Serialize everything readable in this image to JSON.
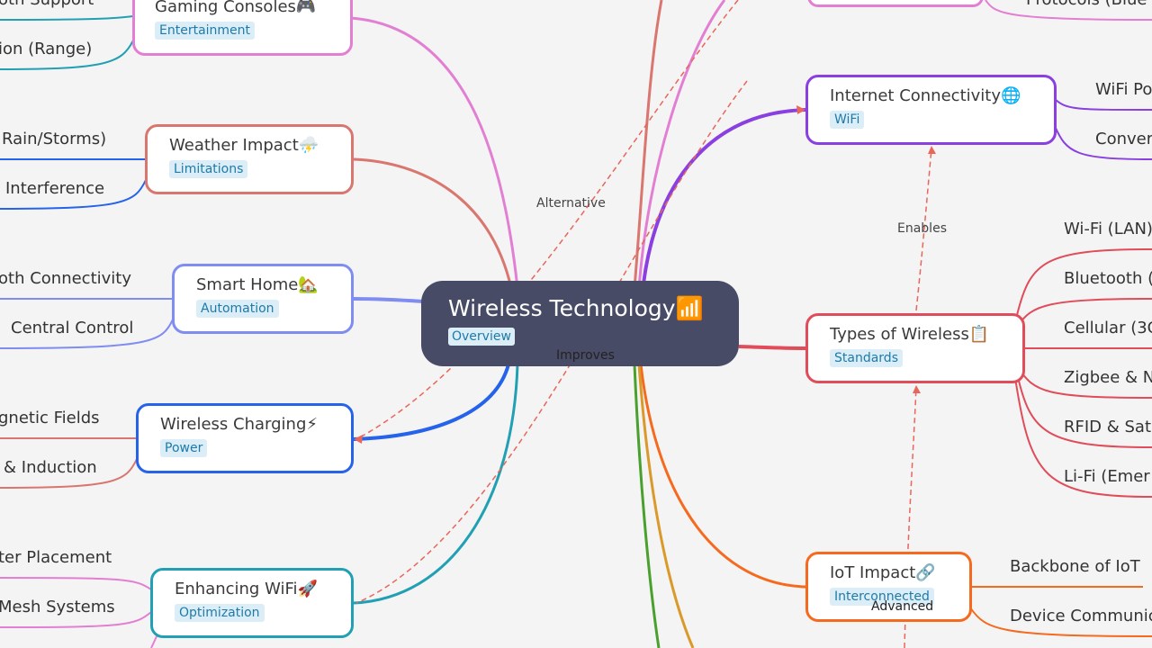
{
  "central": {
    "title": "Wireless Technology📶",
    "tag": "Overview"
  },
  "topics": {
    "gaming": {
      "title": "Gaming Consoles🎮",
      "tag": "Entertainment",
      "color": "#e27fd3"
    },
    "weather": {
      "title": "Weather Impact⛈️",
      "tag": "Limitations",
      "color": "#d9766f"
    },
    "smarthome": {
      "title": "Smart Home🏡",
      "tag": "Automation",
      "color": "#7f8cf0"
    },
    "charging": {
      "title": "Wireless Charging⚡",
      "tag": "Power",
      "color": "#2563eb"
    },
    "wifi_enh": {
      "title": "Enhancing WiFi🚀",
      "tag": "Optimization",
      "color": "#22a0b3"
    },
    "internet": {
      "title": "Internet Connectivity🌐",
      "tag": "WiFi",
      "color": "#8a3fe0"
    },
    "types": {
      "title": "Types of Wireless📋",
      "tag": "Standards",
      "color": "#e04c5a"
    },
    "iot": {
      "title": "IoT Impact🔗",
      "tag": "Interconnected",
      "color": "#f56a1e"
    }
  },
  "leaves": {
    "gaming": [
      "oth Support",
      "ion (Range)"
    ],
    "weather": [
      "Rain/Storms)",
      "Interference"
    ],
    "smarthome": [
      "oth Connectivity",
      "Central Control"
    ],
    "charging": [
      "gnetic Fields",
      "& Induction"
    ],
    "wifi_enh": [
      "ter Placement",
      "Mesh Systems"
    ],
    "top_right": [
      "Protocols (Blue"
    ],
    "internet": [
      "WiFi Po",
      "Conver"
    ],
    "types": [
      "Wi-Fi (LAN)",
      "Bluetooth (",
      "Cellular (3G",
      "Zigbee & N",
      "RFID & Sat",
      "Li-Fi (Emer"
    ],
    "iot": [
      "Backbone of IoT",
      "Device Communic"
    ]
  },
  "edge_labels": {
    "alternative": "Alternative",
    "improves": "Improves",
    "enables": "Enables",
    "advanced": "Advanced"
  },
  "colors": {
    "background": "#f4f4f4",
    "central_fill": "#484b66",
    "relation_dash": "#e8665a",
    "tag_bg": "#dbeef7",
    "tag_text": "#1f7aa8"
  }
}
